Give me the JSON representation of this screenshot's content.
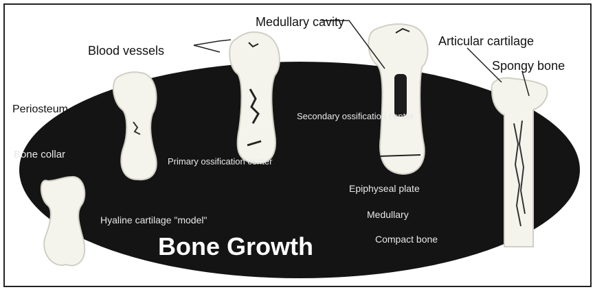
{
  "diagram": {
    "title": "Bone Growth",
    "labels": {
      "medullary_cavity": "Medullary cavity",
      "blood_vessels": "Blood vessels",
      "articular_cartilage": "Articular cartilage",
      "spongy_bone": "Spongy bone",
      "periosteum": "Periosteum",
      "bone_collar": "Bone collar",
      "hyaline_cartilage": "Hyaline cartilage \"model\"",
      "primary_ossification": "Primary ossification center",
      "secondary_ossification": "Secondary ossification center",
      "epiphyseal_plate": "Epiphyseal plate",
      "medullary": "Medullary",
      "compact_bone": "Compact bone"
    }
  },
  "colors": {
    "background": "#ffffff",
    "ellipse": "#141414",
    "bone_fill": "#f4f4ec",
    "label_dark": "#111111",
    "label_light": "#e8e8e8",
    "title_text": "#ffffff"
  }
}
